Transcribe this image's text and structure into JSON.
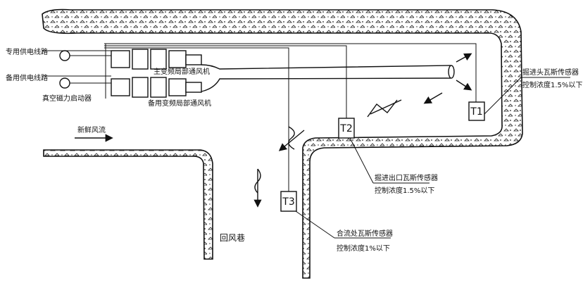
{
  "labels": {
    "dedicated_power_line": "专用供电线路",
    "backup_power_line": "备用供电线路",
    "vacuum_starter": "真空磁力启动器",
    "main_fan": "主变频局部通风机",
    "backup_fan": "备用变频局部通风机",
    "fresh_air": "新鲜风流",
    "return_airway": "回风巷"
  },
  "sensors": [
    {
      "id": "T1",
      "name": "掘进头瓦斯传感器",
      "control": "控制浓度1.5%以下"
    },
    {
      "id": "T2",
      "name": "掘进出口瓦斯传感器",
      "control": "控制浓度1.5%以下"
    },
    {
      "id": "T3",
      "name": "合流处瓦斯传感器",
      "control": "控制浓度1%以下"
    }
  ],
  "colors": {
    "line": "#111111",
    "rock": "#ffffff"
  }
}
